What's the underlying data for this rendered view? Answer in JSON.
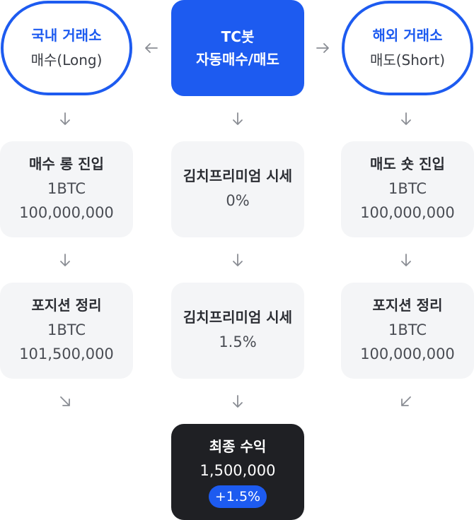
{
  "domestic_exchange": {
    "title": "국내 거래소",
    "subtitle": "매수(Long)"
  },
  "bot": {
    "line1": "TC봇",
    "line2": "자동매수/매도"
  },
  "overseas_exchange": {
    "title": "해외 거래소",
    "subtitle": "매도(Short)"
  },
  "long_entry": {
    "title": "매수 롱 진입",
    "amount": "1BTC",
    "price": "100,000,000"
  },
  "premium_initial": {
    "title": "김치프리미엄 시세",
    "value": "0%"
  },
  "short_entry": {
    "title": "매도 숏 진입",
    "amount": "1BTC",
    "price": "100,000,000"
  },
  "long_close": {
    "title": "포지션 정리",
    "amount": "1BTC",
    "price": "101,500,000"
  },
  "premium_later": {
    "title": "김치프리미엄 시세",
    "value": "1.5%"
  },
  "short_close": {
    "title": "포지션 정리",
    "amount": "1BTC",
    "price": "100,000,000"
  },
  "final_profit": {
    "title": "최종 수익",
    "amount": "1,500,000",
    "percent": "+1.5%"
  },
  "colors": {
    "accent": "#1d5bf0",
    "card_bg": "#f4f5f7",
    "final_bg": "#1f2024",
    "arrow": "#8a8d94"
  }
}
